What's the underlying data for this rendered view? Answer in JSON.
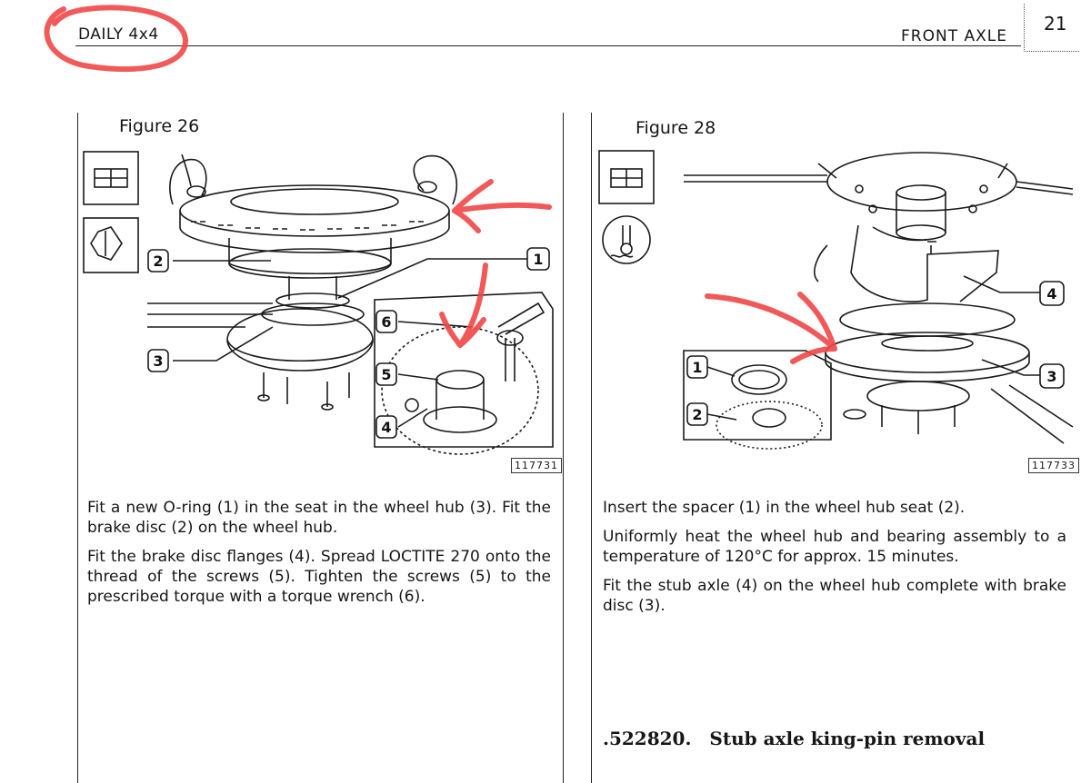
{
  "header": {
    "model": "DAILY 4x4",
    "section": "FRONT AXLE",
    "page_number": "21"
  },
  "left": {
    "figure_title": "Figure 26",
    "figure_code": "117731",
    "callouts": [
      "1",
      "2",
      "3",
      "4",
      "5",
      "6"
    ],
    "paragraphs": [
      "Fit a new O-ring (1) in the seat in the wheel hub (3). Fit the brake disc (2) on the wheel hub.",
      "Fit the brake disc flanges (4). Spread LOCTITE 270 onto the thread of the screws (5). Tighten the screws (5) to the prescribed torque with a torque wrench (6)."
    ]
  },
  "right": {
    "figure_title": "Figure 28",
    "figure_code": "117733",
    "callouts": [
      "1",
      "2",
      "3",
      "4"
    ],
    "paragraphs": [
      "Insert the spacer (1) in the wheel hub seat (2).",
      "Uniformly heat the wheel hub and bearing assembly to a temperature of 120°C for approx. 15 minutes.",
      "Fit the stub axle (4) on the wheel hub complete with brake disc (3)."
    ],
    "section_number": ".522820.",
    "section_title": "Stub axle king-pin removal"
  },
  "annotations": {
    "ink_color": "#f04848"
  }
}
